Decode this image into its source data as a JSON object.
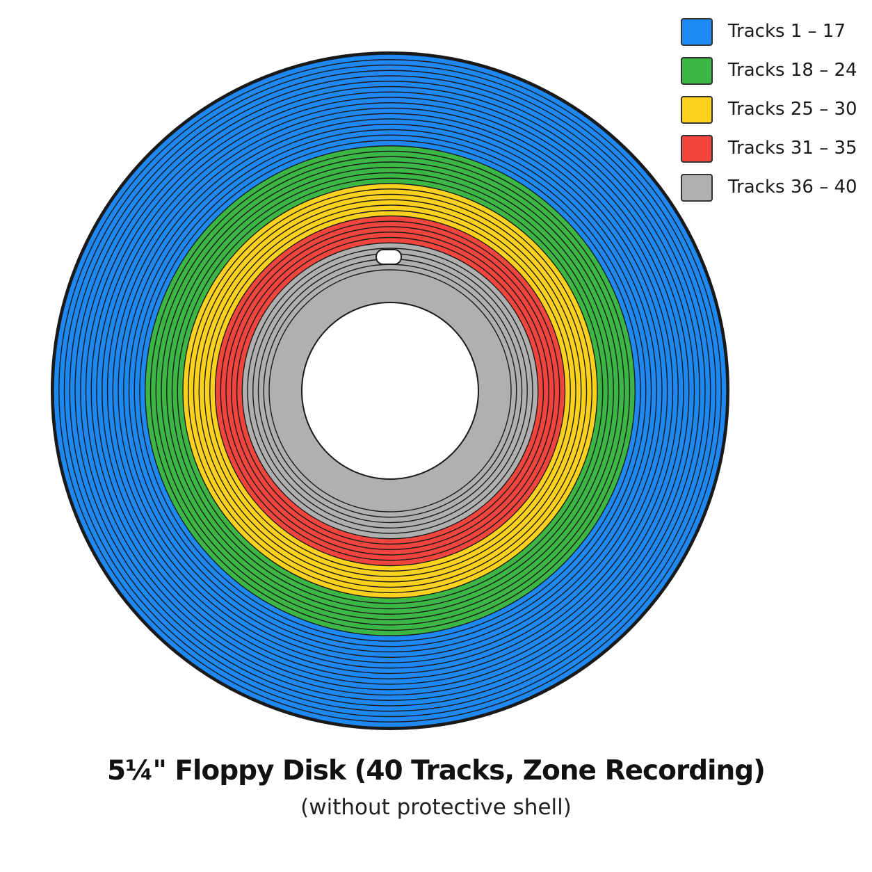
{
  "title": "5¼\" Floppy Disk (40 Tracks, Zone Recording)",
  "subtitle": "(without protective shell)",
  "zones": [
    {
      "label": "Tracks 1 – 17",
      "first_track": 1,
      "last_track": 17,
      "color": "#1e88f5"
    },
    {
      "label": "Tracks 18 – 24",
      "first_track": 18,
      "last_track": 24,
      "color": "#3cb644"
    },
    {
      "label": "Tracks 25 – 30",
      "first_track": 25,
      "last_track": 30,
      "color": "#fdd21e"
    },
    {
      "label": "Tracks 31 – 35",
      "first_track": 31,
      "last_track": 35,
      "color": "#f2453d"
    },
    {
      "label": "Tracks 36 – 40",
      "first_track": 36,
      "last_track": 40,
      "color": "#b0b0b0"
    }
  ],
  "total_tracks": 40,
  "track_line_color": "#1a1a1a",
  "index_hole_color": "#ffffff",
  "center_hole_color": "#ffffff"
}
